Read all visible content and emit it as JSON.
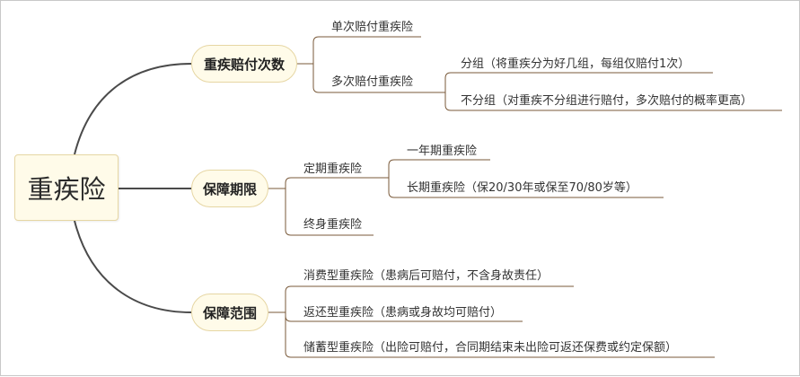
{
  "root": {
    "label": "重疾险"
  },
  "branches": [
    {
      "label": "重疾赔付次数",
      "children": [
        {
          "label": "单次赔付重疾险",
          "children": []
        },
        {
          "label": "多次赔付重疾险",
          "children": [
            {
              "label": "分组（将重疾分为好几组，每组仅赔付1次）"
            },
            {
              "label": "不分组（对重疾不分组进行赔付，多次赔付的概率更高）"
            }
          ]
        }
      ]
    },
    {
      "label": "保障期限",
      "children": [
        {
          "label": "定期重疾险",
          "children": [
            {
              "label": "一年期重疾险"
            },
            {
              "label": "长期重疾险（保20/30年或保至70/80岁等）"
            }
          ]
        },
        {
          "label": "终身重疾险",
          "children": []
        }
      ]
    },
    {
      "label": "保障范围",
      "children": [
        {
          "label": "消费型重疾险（患病后可赔付，不含身故责任）",
          "children": []
        },
        {
          "label": "返还型重疾险（患病或身故均可赔付）",
          "children": []
        },
        {
          "label": "储蓄型重疾险（出险可赔付，合同期结束未出险可返还保费或约定保额）",
          "children": []
        }
      ]
    }
  ],
  "colors": {
    "node_fill": "#fffbe9",
    "node_border": "#e6d6a3",
    "connector": "#4a4a4a",
    "underline": "#7a5a3a"
  }
}
